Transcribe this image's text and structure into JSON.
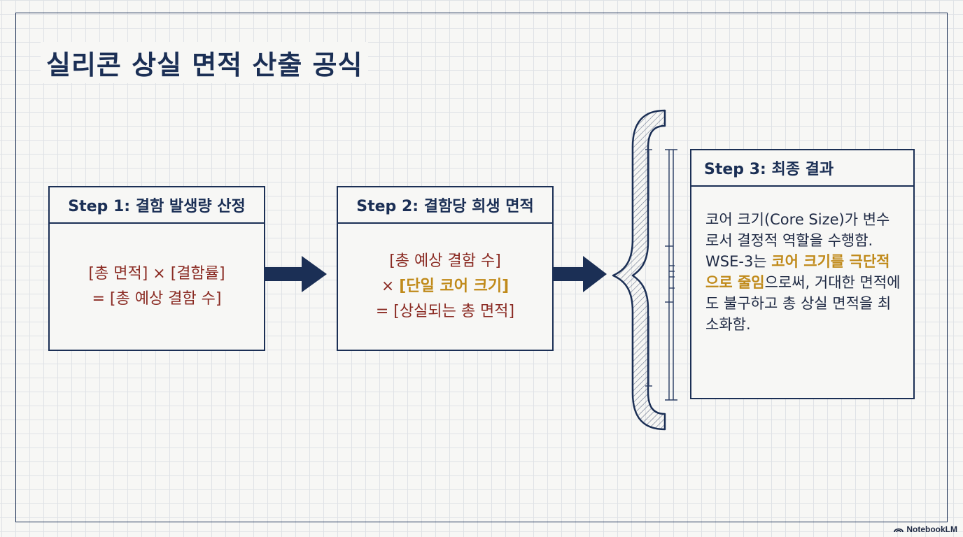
{
  "title": "실리콘 상실 면적 산출 공식",
  "step1": {
    "title": "Step 1: 결함 발생량 산정",
    "line1": "[총 면적] × [결함률]",
    "line2": "= [총 예상 결함 수]"
  },
  "step2": {
    "title": "Step 2: 결함당 희생 면적",
    "line1": "[총 예상 결함 수]",
    "line2_prefix": "× ",
    "line2_highlight": "[단일 코어 크기]",
    "line3": "= [상실되는 총 면적]"
  },
  "step3": {
    "title": "Step 3: 최종 결과",
    "text1": "코어 크기(Core Size)가 변수로서 결정적 역할을 수행함.",
    "text2_prefix": "WSE-3는 ",
    "text2_highlight": "코어 크기를 극단적으로 줄임",
    "text2_suffix": "으로써, 거대한 면적에도 불구하고 총 상실 면적을 최소화함."
  },
  "watermark": "NotebookLM",
  "colors": {
    "navy": "#1b2f55",
    "formula_red": "#8a2a22",
    "highlight_gold": "#c08a1a"
  }
}
